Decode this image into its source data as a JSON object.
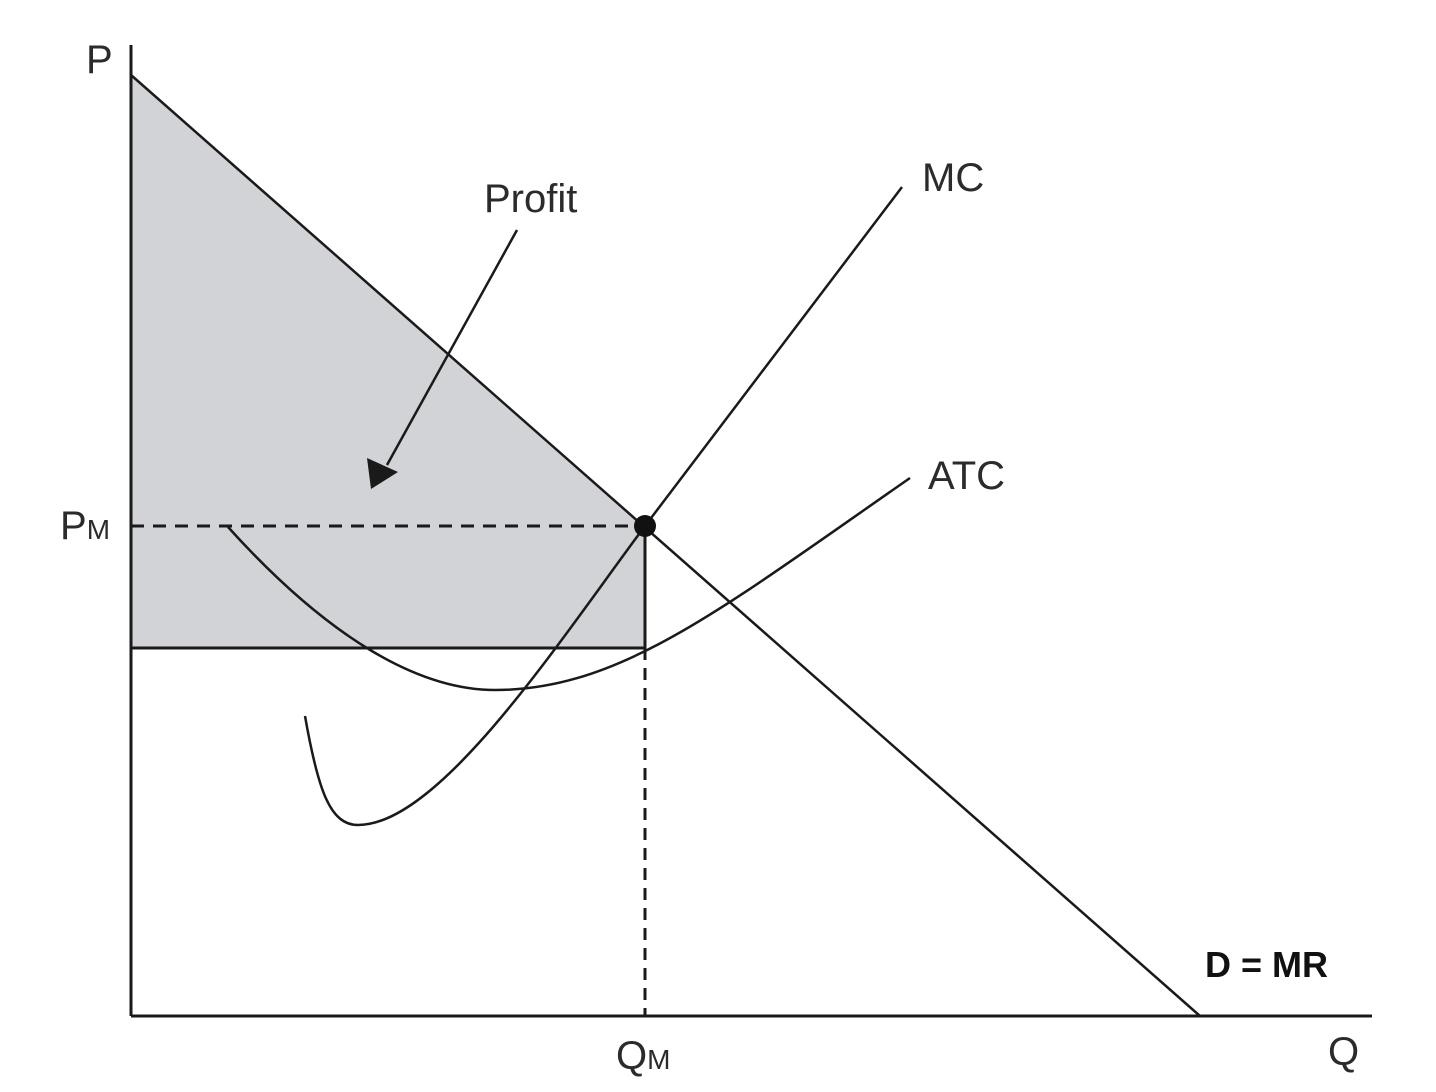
{
  "labels": {
    "y_axis": "P",
    "x_axis": "Q",
    "price_main": "P",
    "price_sub": "M",
    "qty_main": "Q",
    "qty_sub": "M",
    "profit": "Profit",
    "mc": "MC",
    "atc": "ATC",
    "demand": "D = MR"
  },
  "colors": {
    "line": "#1a1a1a",
    "shade": "#d2d3d6",
    "text": "#2b2b2b"
  }
}
